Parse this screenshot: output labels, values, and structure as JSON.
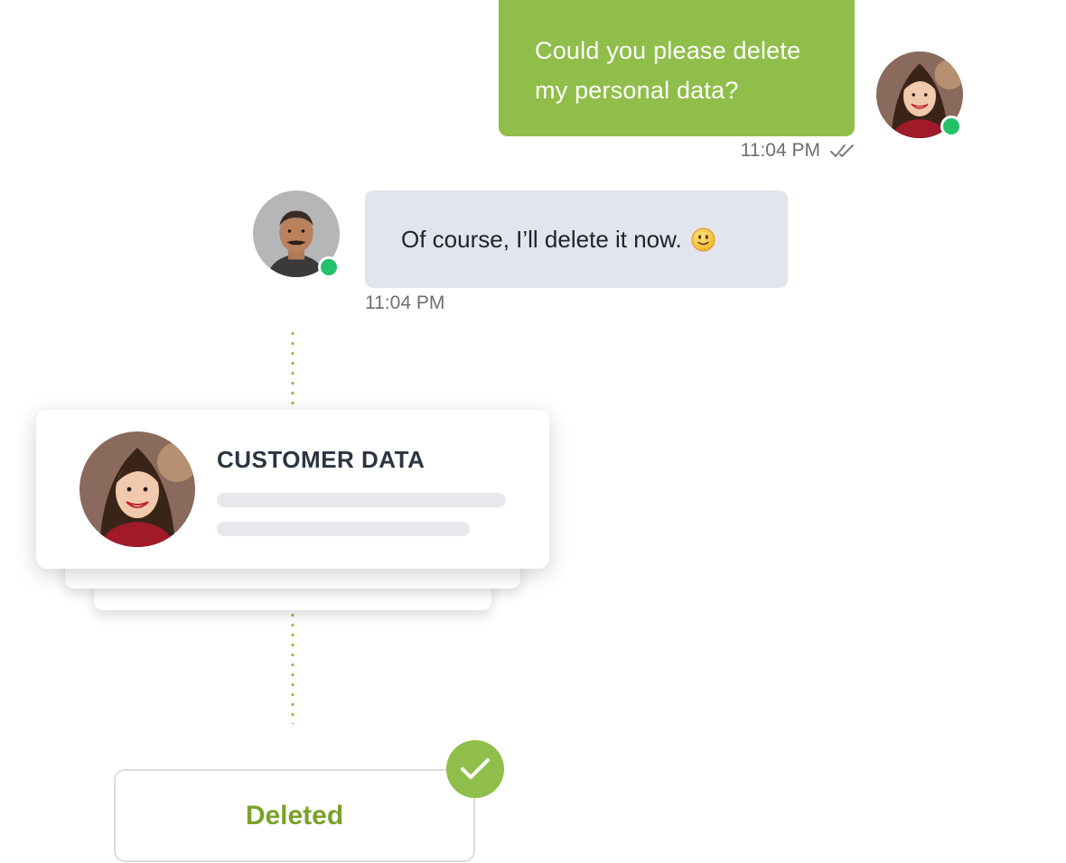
{
  "customer_message": {
    "text_line1": "Could you please delete",
    "text_line2": "my personal data?",
    "time": "11:04 PM",
    "read_receipt_icon": "double-check-icon"
  },
  "agent_message": {
    "text": "Of course, I’ll delete it now.",
    "emoji_icon": "slightly-smiling-face-icon",
    "time": "11:04 PM"
  },
  "customer_data_card": {
    "title": "CUSTOMER DATA"
  },
  "status": {
    "label": "Deleted",
    "badge_icon": "check-icon"
  },
  "colors": {
    "brand_green": "#8fbe4a",
    "deleted_text": "#7aa22a",
    "online_dot": "#22c26b",
    "agent_bubble": "#e2e5ee",
    "muted_text": "#6b6f73",
    "title_text": "#2c3440"
  }
}
